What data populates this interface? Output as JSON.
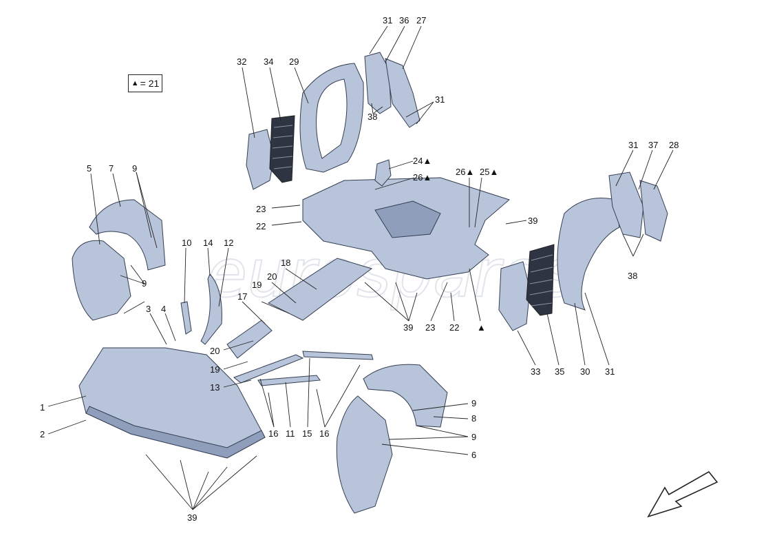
{
  "legend": {
    "symbol": "▲",
    "text": "= 21"
  },
  "watermark": "eurospares",
  "callouts": [
    {
      "id": "c31a",
      "text": "31"
    },
    {
      "id": "c36",
      "text": "36"
    },
    {
      "id": "c27",
      "text": "27"
    },
    {
      "id": "c32",
      "text": "32"
    },
    {
      "id": "c34",
      "text": "34"
    },
    {
      "id": "c29",
      "text": "29"
    },
    {
      "id": "c31b",
      "text": "31"
    },
    {
      "id": "c38a",
      "text": "38"
    },
    {
      "id": "c24",
      "text": "24▲"
    },
    {
      "id": "c26a",
      "text": "26▲"
    },
    {
      "id": "c26b",
      "text": "26▲"
    },
    {
      "id": "c25",
      "text": "25▲"
    },
    {
      "id": "c31c",
      "text": "31"
    },
    {
      "id": "c37",
      "text": "37"
    },
    {
      "id": "c28",
      "text": "28"
    },
    {
      "id": "c5",
      "text": "5"
    },
    {
      "id": "c7",
      "text": "7"
    },
    {
      "id": "c9a",
      "text": "9"
    },
    {
      "id": "c23a",
      "text": "23"
    },
    {
      "id": "c22a",
      "text": "22"
    },
    {
      "id": "c39a",
      "text": "39"
    },
    {
      "id": "c10",
      "text": "10"
    },
    {
      "id": "c14",
      "text": "14"
    },
    {
      "id": "c12",
      "text": "12"
    },
    {
      "id": "c9b",
      "text": "9"
    },
    {
      "id": "c18",
      "text": "18"
    },
    {
      "id": "c20a",
      "text": "20"
    },
    {
      "id": "c19a",
      "text": "19"
    },
    {
      "id": "c38b",
      "text": "38"
    },
    {
      "id": "c3",
      "text": "3"
    },
    {
      "id": "c4",
      "text": "4"
    },
    {
      "id": "c17",
      "text": "17"
    },
    {
      "id": "c39b",
      "text": "39"
    },
    {
      "id": "c23b",
      "text": "23"
    },
    {
      "id": "c22b",
      "text": "22"
    },
    {
      "id": "c tri",
      "text": "▲"
    },
    {
      "id": "c20b",
      "text": "20"
    },
    {
      "id": "c19b",
      "text": "19"
    },
    {
      "id": "c13",
      "text": "13"
    },
    {
      "id": "c33",
      "text": "33"
    },
    {
      "id": "c35",
      "text": "35"
    },
    {
      "id": "c30",
      "text": "30"
    },
    {
      "id": "c31d",
      "text": "31"
    },
    {
      "id": "c1",
      "text": "1"
    },
    {
      "id": "c9c",
      "text": "9"
    },
    {
      "id": "c8",
      "text": "8"
    },
    {
      "id": "c2",
      "text": "2"
    },
    {
      "id": "c16a",
      "text": "16"
    },
    {
      "id": "c11",
      "text": "11"
    },
    {
      "id": "c15",
      "text": "15"
    },
    {
      "id": "c16b",
      "text": "16"
    },
    {
      "id": "c9d",
      "text": "9"
    },
    {
      "id": "c6",
      "text": "6"
    },
    {
      "id": "c39c",
      "text": "39"
    }
  ],
  "direction_arrow": "front-direction-arrow"
}
